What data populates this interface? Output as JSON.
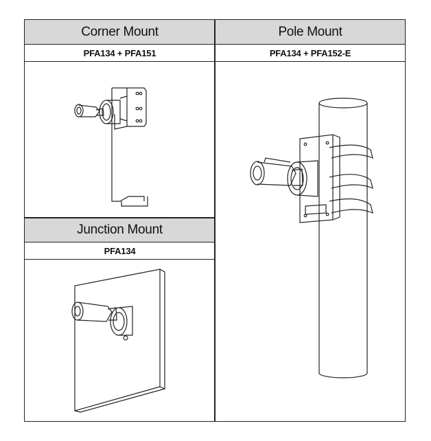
{
  "mounts": {
    "corner": {
      "title": "Corner Mount",
      "models": "PFA134 + PFA151"
    },
    "pole": {
      "title": "Pole Mount",
      "models": "PFA134 + PFA152-E"
    },
    "junction": {
      "title": "Junction Mount",
      "models": "PFA134"
    }
  },
  "colors": {
    "header_bg": "#d8d8d8",
    "border": "#222222",
    "line_art": "#222222"
  }
}
